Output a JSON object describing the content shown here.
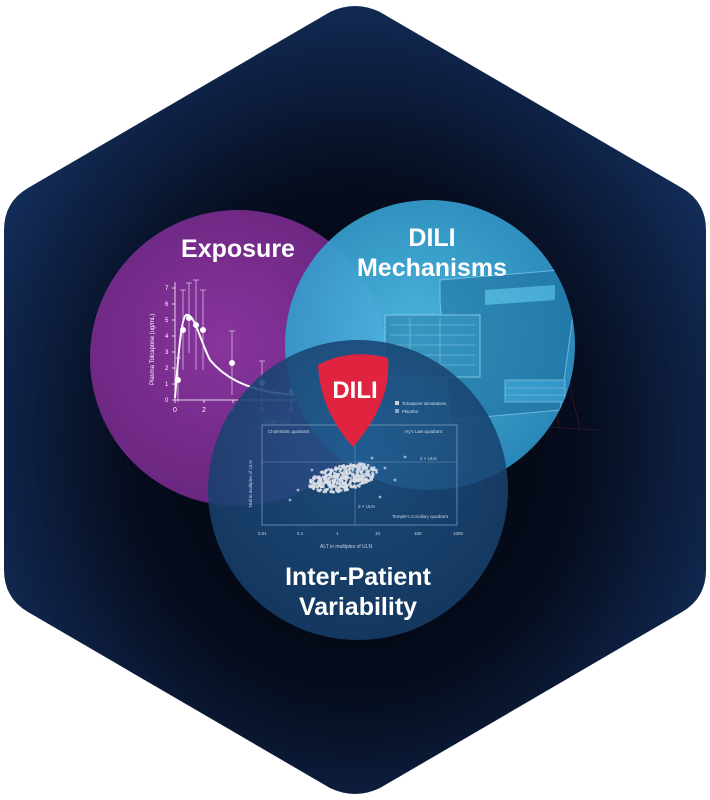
{
  "diagram": {
    "center_label": "DILI",
    "circles": [
      {
        "id": "exposure",
        "label_lines": [
          "Exposure"
        ]
      },
      {
        "id": "mechanisms",
        "label_lines": [
          "DILI",
          "Mechanisms"
        ]
      },
      {
        "id": "variability",
        "label_lines": [
          "Inter-Patient",
          "Variability"
        ]
      }
    ],
    "exposure_plot": {
      "ylabel": "Plasma Tolcapone (ug/mL)",
      "xlabel": "Time (hr)",
      "x_ticks": [
        "0",
        "2",
        "4",
        "6",
        "8",
        "10"
      ],
      "y_ticks": [
        "0",
        "1",
        "2",
        "3",
        "4",
        "5",
        "6",
        "7"
      ]
    },
    "variability_plot": {
      "xlabel": "ALT in multiples of ULN",
      "ylabel": "TBili in multiples of ULN",
      "quadrant_labels": [
        "Cholestatic quadrant",
        "Hy's Law quadrant",
        "Temple's Corollary quadrant"
      ],
      "legend": [
        "Tolcapone simulations",
        "Placebo"
      ],
      "x_ticks": [
        "0.01",
        "0.1",
        "1",
        "10",
        "100",
        "1000"
      ],
      "threshold_labels": [
        "2 × ULN",
        "3 × ULN"
      ]
    },
    "colors": {
      "hexagon": "#0c1f45",
      "exposure": "#7b2d8e",
      "mechanisms": "#38a8d6",
      "variability": "#1b4a7a",
      "center": "#e0233f"
    }
  }
}
